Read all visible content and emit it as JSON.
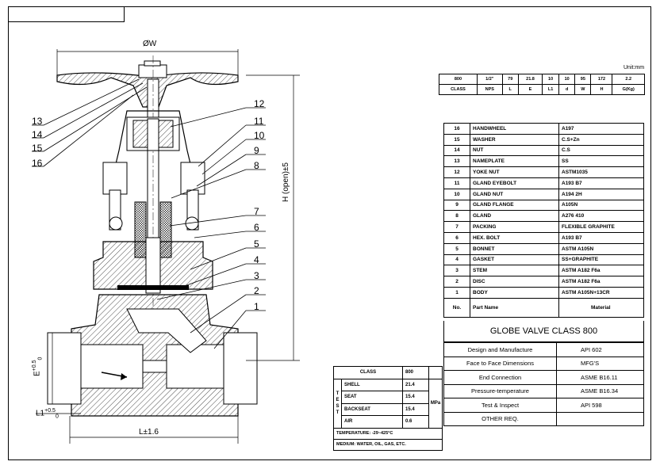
{
  "dimensions_table": {
    "unit": "Unit:mm",
    "headers": [
      "CLASS",
      "NPS",
      "L",
      "E",
      "L1",
      "d",
      "W",
      "H",
      "G(Kg)"
    ],
    "values": [
      "800",
      "1/2\"",
      "79",
      "21.8",
      "10",
      "10",
      "95",
      "172",
      "2.2"
    ]
  },
  "parts_list": {
    "header_no": "No.",
    "header_name": "Part Name",
    "header_material": "Material",
    "rows": [
      {
        "no": "16",
        "name": "HANDWHEEL",
        "material": "A197"
      },
      {
        "no": "15",
        "name": "WASHER",
        "material": "C.S+Zn"
      },
      {
        "no": "14",
        "name": "NUT",
        "material": "C.S"
      },
      {
        "no": "13",
        "name": "NAMEPLATE",
        "material": "SS"
      },
      {
        "no": "12",
        "name": "YOKE NUT",
        "material": "ASTM1035"
      },
      {
        "no": "11",
        "name": "GLAND EYEBOLT",
        "material": "A193 B7"
      },
      {
        "no": "10",
        "name": "GLAND NUT",
        "material": "A194 2H"
      },
      {
        "no": "9",
        "name": "GLAND FLANGE",
        "material": "A105N"
      },
      {
        "no": "8",
        "name": "GLAND",
        "material": "A276 410"
      },
      {
        "no": "7",
        "name": "PACKING",
        "material": "FLEXIBLE GRAPHITE"
      },
      {
        "no": "6",
        "name": "HEX. BOLT",
        "material": "A193 B7"
      },
      {
        "no": "5",
        "name": "BONNET",
        "material": "ASTM A105N"
      },
      {
        "no": "4",
        "name": "GASKET",
        "material": "SS+GRAPHITE"
      },
      {
        "no": "3",
        "name": "STEM",
        "material": "ASTM A182 F6a"
      },
      {
        "no": "2",
        "name": "DISC",
        "material": "ASTM A182 F6a"
      },
      {
        "no": "1",
        "name": "BODY",
        "material": "ASTM A105N+13CR"
      }
    ]
  },
  "title": "GLOBE VALVE CLASS 800",
  "specs": [
    {
      "label": "Design and Manufacture",
      "value": "API 602"
    },
    {
      "label": "Face to Face Dimensions",
      "value": "MFG'S"
    },
    {
      "label": "End Connection",
      "value": "ASME B16.11"
    },
    {
      "label": "Pressure-temperature",
      "value": "ASME B16.34"
    },
    {
      "label": "Test & Inspect",
      "value": "API 598"
    },
    {
      "label": "OTHER REQ.",
      "value": ""
    }
  ],
  "class_table": {
    "class_label": "CLASS",
    "class_value": "800",
    "test_label": "TEST",
    "unit": "MPa",
    "rows": [
      {
        "name": "SHELL",
        "value": "21.4"
      },
      {
        "name": "SEAT",
        "value": "15.4"
      },
      {
        "name": "BACKSEAT",
        "value": "15.4"
      },
      {
        "name": "AIR",
        "value": "0.6"
      }
    ],
    "temperature": "TEMPERATURE: -29~425°C",
    "medium": "MEDIUM: WATER, OIL, GAS, ETC."
  },
  "drawing": {
    "dim_w": "ØW",
    "dim_h": "H (open)±5",
    "dim_l": "L±1.6",
    "dim_e": "E",
    "dim_e_tol_upper": "+0.5",
    "dim_e_tol_lower": "0",
    "dim_l1": "L1",
    "dim_l1_tol_upper": "+0.5",
    "dim_l1_tol_lower": "0",
    "callouts_left": [
      "13",
      "14",
      "15",
      "16"
    ],
    "callouts_right": [
      "12",
      "11",
      "10",
      "9",
      "8",
      "7",
      "6",
      "5",
      "4",
      "3",
      "2",
      "1"
    ]
  }
}
